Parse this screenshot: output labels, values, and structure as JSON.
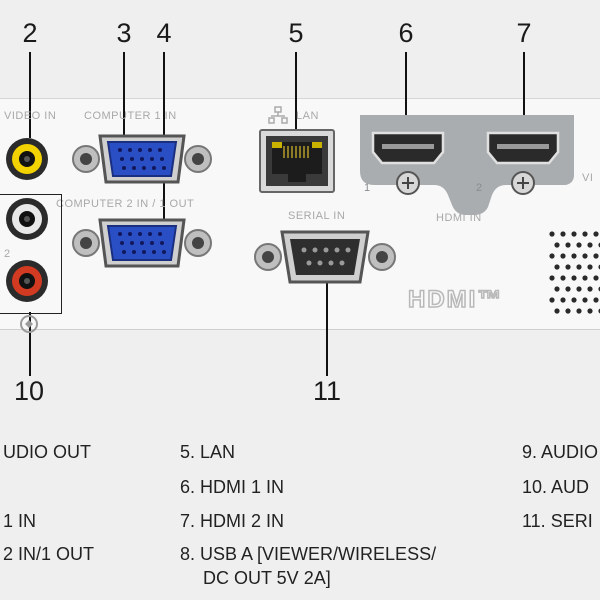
{
  "callouts": [
    "2",
    "3",
    "4",
    "5",
    "6",
    "7",
    "10",
    "11"
  ],
  "panel_labels": {
    "video_in": "VIDEO IN",
    "computer1_in": "COMPUTER 1 IN",
    "computer2": "COMPUTER 2 IN / 1 OUT",
    "lan": "LAN",
    "serial_in": "SERIAL IN",
    "hdmi_in": "HDMI IN",
    "hdmi_1": "1",
    "hdmi_2": "2",
    "audio_2": "2",
    "vi_partial": "VI",
    "hdmi_logo": "HDMI™"
  },
  "legend": {
    "c1": [
      "UDIO OUT",
      "1 IN",
      "2 IN/1 OUT"
    ],
    "c2": [
      "5. LAN",
      "6. HDMI 1 IN",
      "7. HDMI 2 IN",
      "8. USB A [VIEWER/WIRELESS/",
      "DC OUT 5V 2A]"
    ],
    "c3": [
      "9. AUDIO",
      "10. AUD",
      "11. SERI"
    ]
  },
  "colors": {
    "vga_blue": "#2a4fc4",
    "rca_yellow": "#f2d200",
    "rca_red": "#d23a22",
    "hdmi_plate": "#a9adaf"
  }
}
